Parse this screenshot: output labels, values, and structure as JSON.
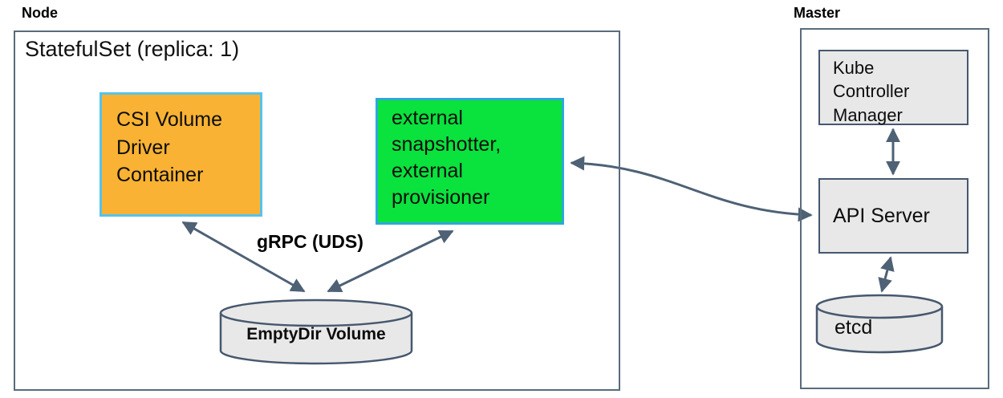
{
  "diagram": {
    "node_section": {
      "label": "Node",
      "statefulset_title": "StatefulSet (replica: 1)",
      "csi_driver_box": "CSI Volume\nDriver\nContainer",
      "external_box": "external\nsnapshotter,\nexternal\nprovisioner",
      "grpc_label": "gRPC (UDS)",
      "emptydir_volume_label": "EmptyDir Volume"
    },
    "master_section": {
      "label": "Master",
      "kube_controller_manager": "Kube\nController\nManager",
      "api_server": "API Server",
      "etcd_label": "etcd"
    },
    "colors": {
      "csi_driver_fill": "#F9B233",
      "csi_driver_border": "#55C3EA",
      "external_fill": "#0AE23D",
      "external_border": "#2FA7DB",
      "container_fill": "#E8E8E8",
      "container_border": "#46586E",
      "outer_border": "#5A6B7C",
      "arrow": "#4E6175"
    }
  }
}
